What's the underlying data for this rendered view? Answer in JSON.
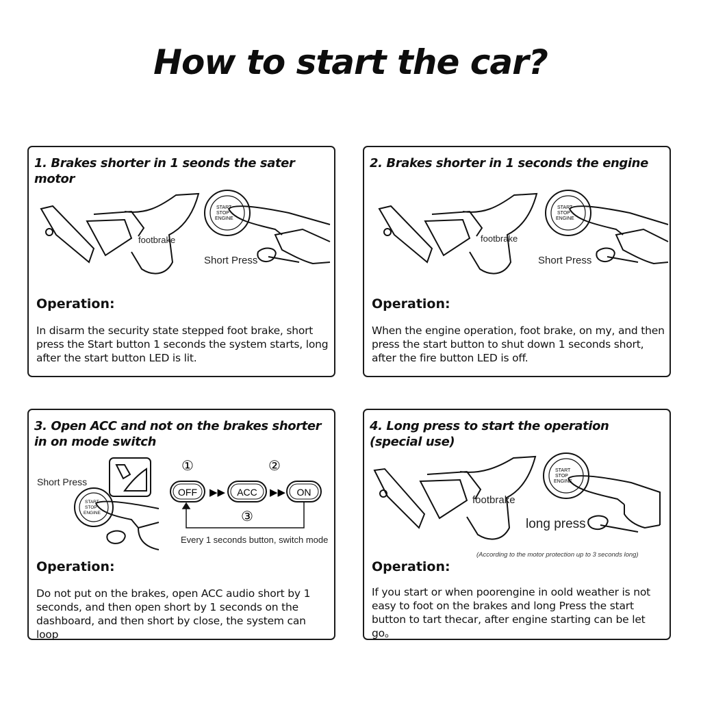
{
  "page": {
    "title": "How to start the car?"
  },
  "panels": [
    {
      "title": "1. Brakes shorter in 1 seonds the sater motor",
      "illustration": {
        "pedal_label": "footbrake",
        "press_label": "Short Press",
        "button_text": [
          "START",
          "STOP",
          "ENGINE"
        ]
      },
      "operation_label": "Operation:",
      "operation_text": "In disarm the security state stepped foot brake, short press the Start button 1 seconds the system starts, long after the start button LED is lit."
    },
    {
      "title": "2. Brakes shorter in 1 seconds the engine",
      "illustration": {
        "pedal_label": "footbrake",
        "press_label": "Short Press",
        "button_text": [
          "START",
          "STOP",
          "ENGINE"
        ]
      },
      "operation_label": "Operation:",
      "operation_text": "When the engine operation, foot brake, on my, and then press the start button to shut down 1 seconds short, after the fire button LED is off."
    },
    {
      "title": "3. Open ACC and not on the brakes shorter\nin on mode switch",
      "illustration": {
        "press_label": "Short Press",
        "button_text": [
          "START",
          "STOP",
          "ENGINE"
        ],
        "step_1": "①",
        "step_2": "②",
        "step_3": "③",
        "mode_off": "OFF",
        "mode_acc": "ACC",
        "mode_on": "ON",
        "arrows": "▶▶",
        "cycle_note": "Every 1 seconds button, switch mode"
      },
      "operation_label": "Operation:",
      "operation_text": "Do not put on the brakes, open ACC audio short by 1 seconds, and then open short by 1 seconds on the dashboard, and then short by close, the system can loop"
    },
    {
      "title": "4. Long press to start the operation\n(special use)",
      "illustration": {
        "pedal_label": "footbrake",
        "press_label": "long press",
        "button_text": [
          "START",
          "STOP",
          "ENGINE"
        ],
        "note": "(According to the motor protection up to 3 seconds long)"
      },
      "operation_label": "Operation:",
      "operation_text": "If you start or when poorengine in oold weather is not easy to foot on the brakes and long Press the start button to tart thecar, after engine starting can be let go。"
    }
  ]
}
